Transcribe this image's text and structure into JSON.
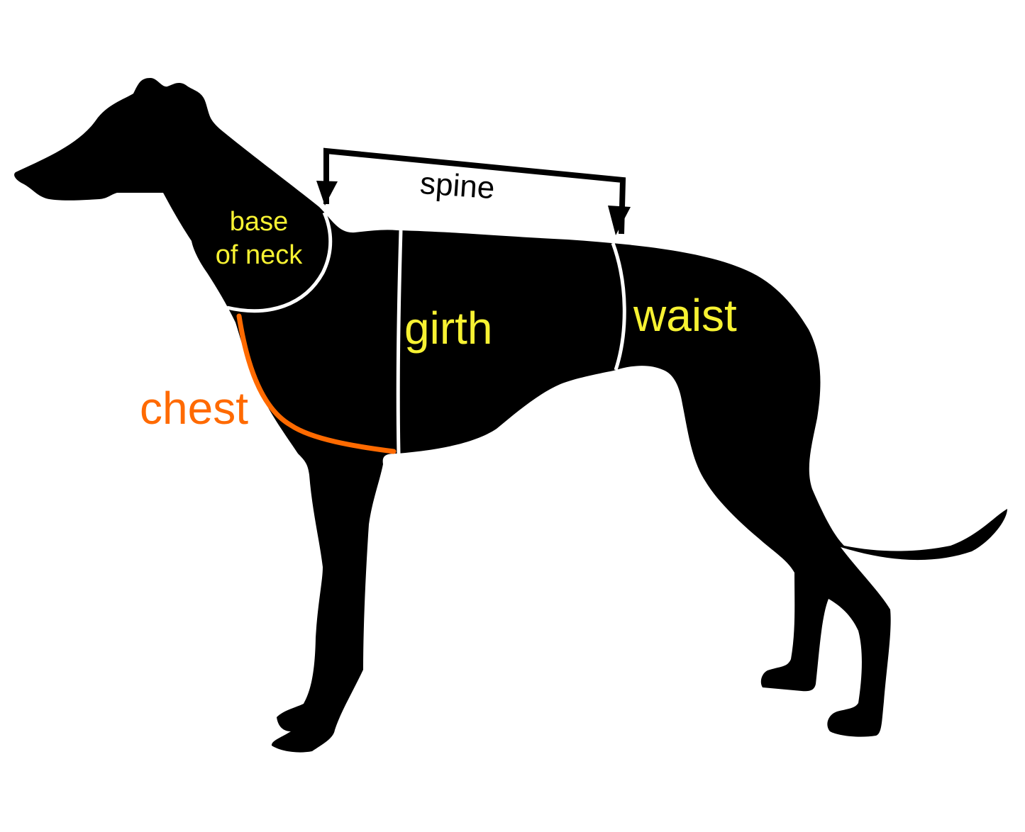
{
  "labels": {
    "spine": "spine",
    "base_of_neck_line1": "base",
    "base_of_neck_line2": "of neck",
    "girth": "girth",
    "waist": "waist",
    "chest": "chest"
  },
  "colors": {
    "silhouette": "#000000",
    "label_yellow": "#f7f232",
    "chest_orange": "#ff6a00",
    "measure_line": "#ffffff"
  }
}
